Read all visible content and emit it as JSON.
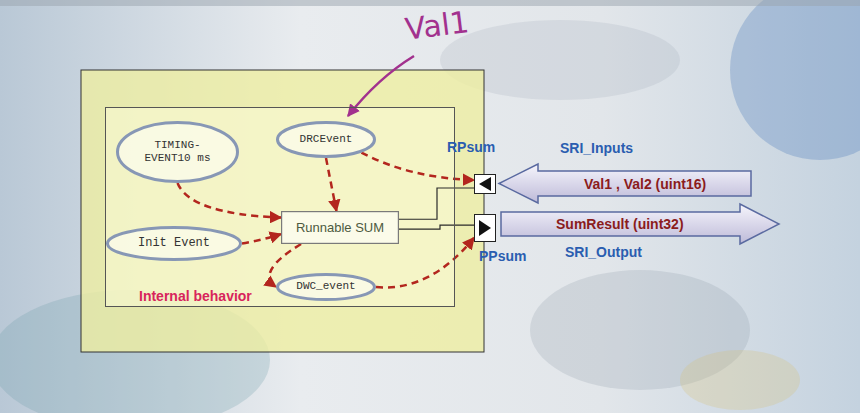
{
  "diagram": {
    "nodes": [
      {
        "text": [
          "Internal behavior"
        ]
      },
      {
        "text": [
          "TIMING- EVENT10 ms"
        ],
        "in": 0
      },
      {
        "text": [
          "DRCEvent"
        ],
        "in": 0
      },
      {
        "text": [
          "Runnable SUM"
        ],
        "in": 0
      },
      {
        "text": [
          "Init Event"
        ],
        "in": 0
      },
      {
        "text": [
          "DWC_event"
        ],
        "in": 0
      },
      {
        "text": [
          "RPsum"
        ]
      },
      {
        "text": [
          "PPsum"
        ]
      },
      {
        "text": [
          "SRI_Inputs",
          "Val1 , Val2 (uint16)"
        ]
      },
      {
        "text": [
          "SumResult (uint32)",
          "SRI_Output"
        ]
      }
    ],
    "edges": [
      {
        "from": 1,
        "to": 3,
        "arrow": "to"
      },
      {
        "from": 2,
        "to": 3,
        "arrow": "to"
      },
      {
        "from": 2,
        "to": 6,
        "arrow": "to"
      },
      {
        "from": 4,
        "to": 3,
        "arrow": "to"
      },
      {
        "from": 3,
        "to": 5,
        "arrow": "to"
      },
      {
        "from": 5,
        "to": 7,
        "arrow": "to"
      },
      {
        "from": 3,
        "to": 6,
        "arrow": "none"
      },
      {
        "from": 3,
        "to": 7,
        "arrow": "none"
      }
    ],
    "labels": [
      "Val1"
    ]
  }
}
